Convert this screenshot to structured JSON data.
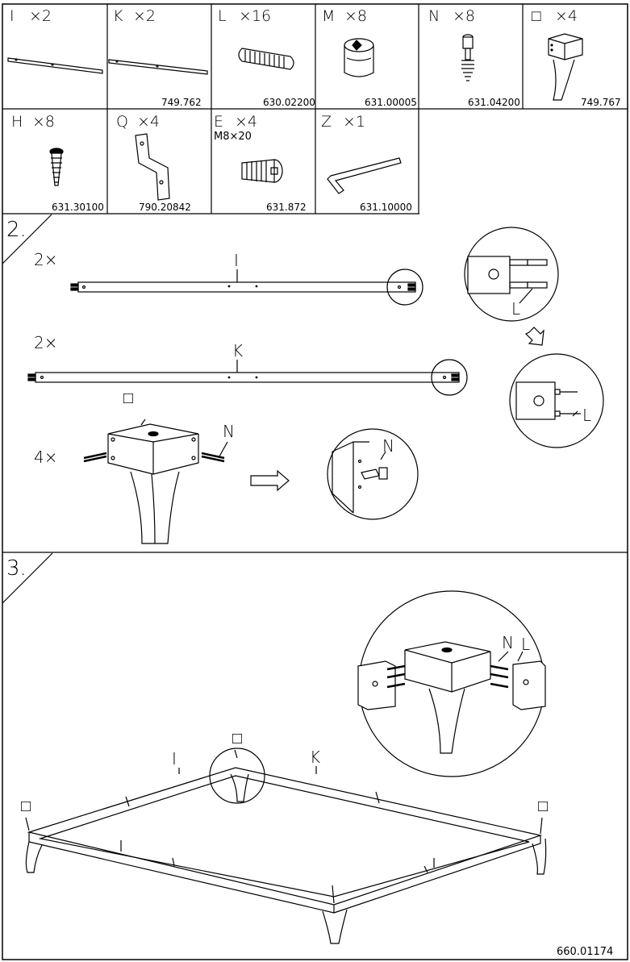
{
  "parts_row1": [
    {
      "letter": "I",
      "qty": "×2",
      "code": ""
    },
    {
      "letter": "K",
      "qty": "×2",
      "code": "749.762"
    },
    {
      "letter": "L",
      "qty": "×16",
      "code": "630.02200"
    },
    {
      "letter": "M",
      "qty": "×8",
      "code": "631.00005"
    },
    {
      "letter": "N",
      "qty": "×8",
      "code": "631.04200"
    },
    {
      "letter": "□",
      "qty": "×4",
      "code": "749.767"
    }
  ],
  "parts_row2": [
    {
      "letter": "H",
      "qty": "×8",
      "code": "631.30100",
      "sub": ""
    },
    {
      "letter": "Q",
      "qty": "×4",
      "code": "790.20842",
      "sub": ""
    },
    {
      "letter": "E",
      "qty": "×4",
      "code": "631.872",
      "sub": "M8×20"
    },
    {
      "letter": "Z",
      "qty": "×1",
      "code": "631.10000",
      "sub": ""
    }
  ],
  "step2": {
    "number": "2.",
    "rail_i_qty": "2×",
    "rail_i_label": "I",
    "rail_k_qty": "2×",
    "rail_k_label": "K",
    "leg_qty": "4×",
    "leg_label": "□",
    "bolt_label": "N",
    "zoom_label_l1": "L",
    "zoom_label_l2": "L",
    "zoom_label_n": "N"
  },
  "step3": {
    "number": "3.",
    "zoom_n": "N",
    "zoom_l": "L",
    "label_i_back": "I",
    "label_k_back": "K",
    "label_leg_center": "□",
    "label_leg_left": "□",
    "label_leg_right": "□",
    "label_leg_front": "□",
    "label_k_front": "K",
    "label_i_front": "I"
  },
  "doc_code": "660.01174"
}
